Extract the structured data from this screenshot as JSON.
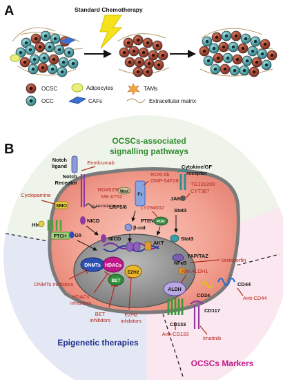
{
  "panel_a": {
    "label": "A",
    "chemo_label": "Standard Chemotherapy",
    "legend": {
      "ocsc": "OCSC",
      "occ": "OCC",
      "adipocytes": "Adipocytes",
      "cafs": "CAFs",
      "tams": "TAMs",
      "ecm": "Extracellular matrix"
    }
  },
  "panel_b": {
    "label": "B",
    "section_title_line1": "OCSCs-associated",
    "section_title_line2": "signalling pathways",
    "epigenetic_title": "Epigenetic therapies",
    "markers_title": "OCSCs Markers",
    "notch": {
      "ligand_line1": "Notch",
      "ligand_line2": "ligand",
      "receptor_line1": "Notch",
      "receptor_line2": "Receptor",
      "nicd": "NICD",
      "nicd2": "NICD",
      "secretase": "γ-secretase",
      "inhibitor1": "Enoticumab",
      "inhibitor2_line1": "RO4929047",
      "inhibitor2_line2": "MK-0752"
    },
    "hedgehog": {
      "hh": "Hh",
      "ptch": "PTCH",
      "smo": "SMO",
      "gli": "Gli",
      "inhibitor": "Cyclopamine"
    },
    "wnt": {
      "wnt": "Wnt",
      "fz": "Fz",
      "lrp": "LRP5/6",
      "bcat": "β-cat",
      "inhibitor_line1": "ROR Ab",
      "inhibitor_line2": "OMP-54F28"
    },
    "jak_stat": {
      "receptor_line1": "Cytokine/GF",
      "receptor_line2": "receptor",
      "jak": "JAK",
      "stat3": "Stat3",
      "stat3b": "Stat3",
      "pten": "PTEN",
      "pi3k": "PI3K",
      "akt": "AKT",
      "nfkb": "NFκB",
      "yap": "YAP/TAZ",
      "inhibitor_line1": "TG101209",
      "inhibitor_line2": "CYT387",
      "ly": "LY294002",
      "verteporfin": "Verteporfin"
    },
    "epigenetic": {
      "dnmts": "DNMTs",
      "hdacs": "HDACs",
      "bet": "BET",
      "ezh2": "EZH2",
      "dnmt_inhib": "DNMTs inhibitors",
      "hdac_inhib_line1": "HDACs",
      "hdac_inhib_line2": "inhibitors",
      "bet_inhib_line1": "BET",
      "bet_inhib_line2": "inhibitors",
      "ezh2_inhib_line1": "EZH2",
      "ezh2_inhib_line2": "inhibitors"
    },
    "markers": {
      "aldh": "ALDH",
      "anti_aldh": "Anti-ALDH1",
      "cd24": "CD24",
      "cd44": "CD44",
      "anti_cd44": "Anti-CD44",
      "cd117": "CD117",
      "imatinib": "Imatinib",
      "cd133": "CD133",
      "anti_cd133": "Anti-CD133"
    }
  },
  "colors": {
    "pathway_green": "#2e8b2e",
    "inhibitor_red": "#b3261e",
    "epigenetic_blue": "#1f2f8a",
    "marker_magenta": "#c0188a",
    "ocsc_brown": "#8b3a2b",
    "occ_teal": "#2a8f96",
    "cell_pink": "#f4aaa0",
    "nucleus_gray": "#8c8c8c"
  }
}
